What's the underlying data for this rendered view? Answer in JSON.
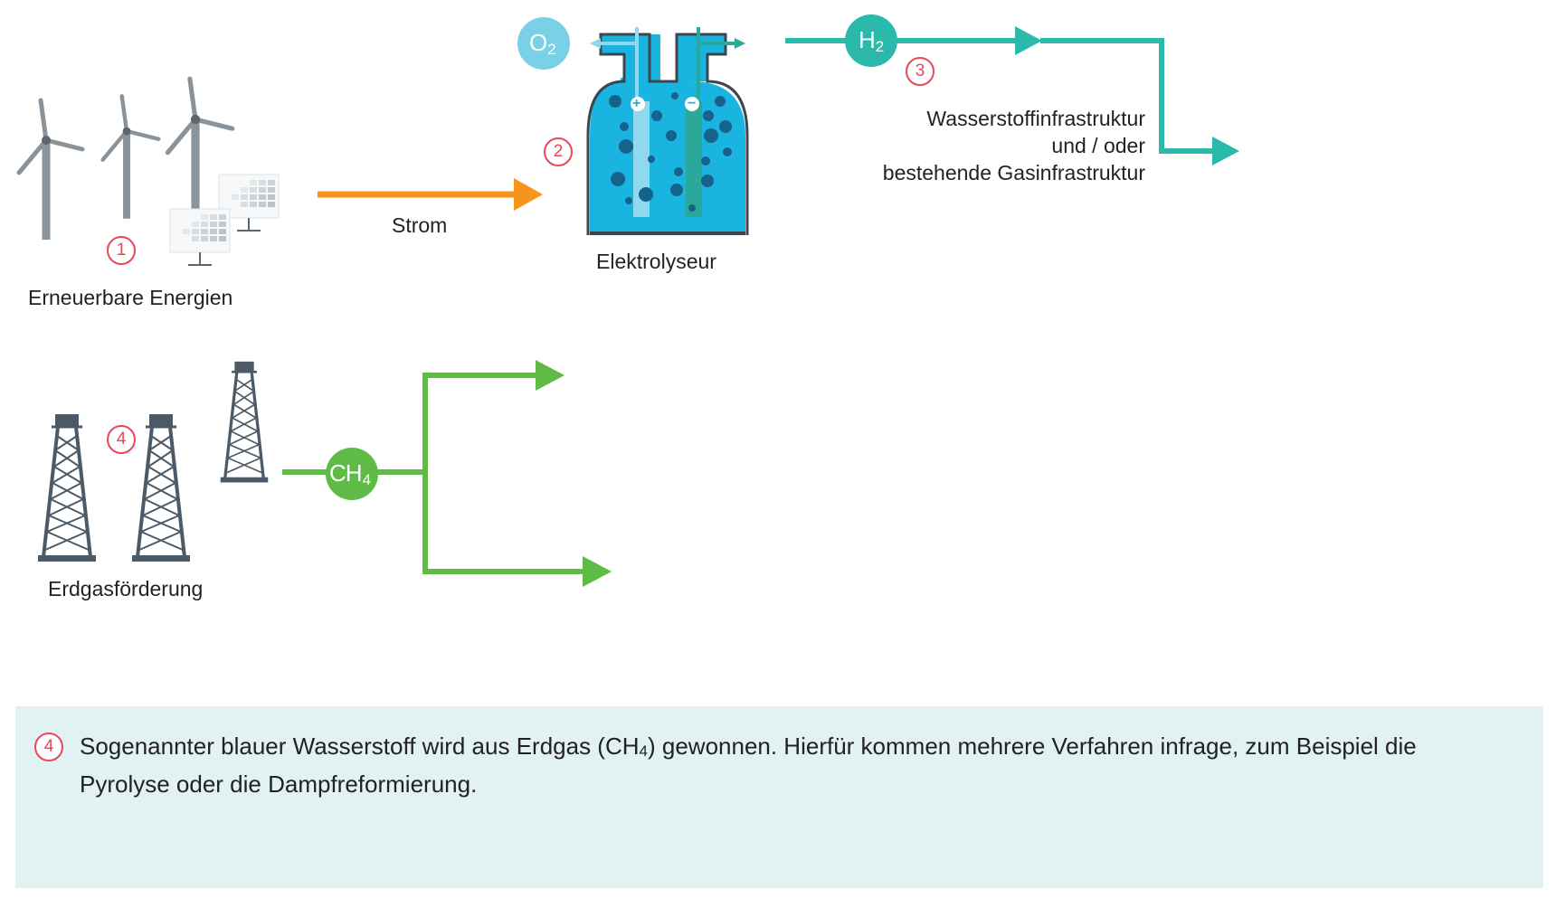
{
  "colors": {
    "orange": "#f7941d",
    "teal": "#2bb9ac",
    "green": "#5fba46",
    "o2_bubble": "#7ad0e6",
    "electrolyzer": "#1ab4e0",
    "derrick": "#4b5a66",
    "turbine": "#8a9399",
    "step_red": "#e8475a",
    "info_bg": "#e2f1f1"
  },
  "icons": [
    "wind-turbine-icon",
    "solar-panel-icon",
    "electrolyzer-icon",
    "derrick-icon"
  ],
  "renewables": {
    "label": "Erneuerbare Energien",
    "step": "1"
  },
  "power_flow": {
    "label": "Strom"
  },
  "electrolyzer": {
    "label": "Elektrolyseur",
    "step": "2",
    "plus_sign": "+",
    "minus_sign": "−"
  },
  "oxygen": {
    "symbol": "O",
    "subscript": "2"
  },
  "hydrogen": {
    "symbol": "H",
    "subscript": "2",
    "step": "3"
  },
  "infrastructure": {
    "line1": "Wasserstoffinfrastruktur",
    "line2": "und / oder",
    "line3": "bestehende Gasinfrastruktur"
  },
  "gas_extraction": {
    "label": "Erdgasförderung",
    "step": "4"
  },
  "methane": {
    "symbol": "CH",
    "subscript": "4"
  },
  "info": {
    "step": "4",
    "text_before": "Sogenannter blauer Wasserstoff wird aus Erdgas (CH",
    "text_sub": "4",
    "text_after": ") gewonnen. Hierfür kommen mehrere Verfahren infrage, zum Beispiel die Pyrolyse oder die Dampfreformierung."
  }
}
